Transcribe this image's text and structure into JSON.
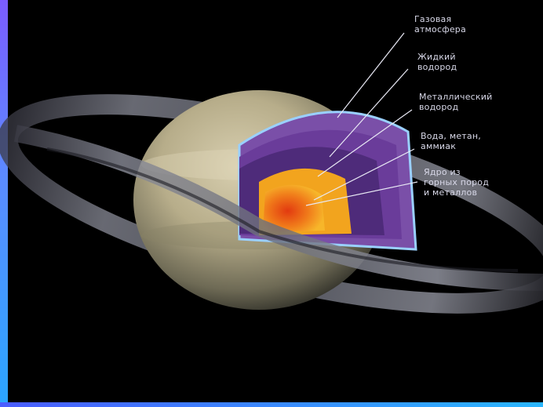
{
  "layers": [
    {
      "id": "gas-atmosphere",
      "label": "Газовая\nатмосфера"
    },
    {
      "id": "liquid-hydrogen",
      "label": "Жидкий\nводород"
    },
    {
      "id": "metallic-hydrogen",
      "label": "Металлический\nводород"
    },
    {
      "id": "water-methane-ammonia",
      "label": "Вода, метан,\nаммиак"
    },
    {
      "id": "core",
      "label": "Ядро из\nгорных пород\nи металлов"
    }
  ],
  "colors": {
    "background": "#000000",
    "atmosphere_rim": "#8fc4ff",
    "liquid_hydrogen": "#6a3c9a",
    "metallic_hydrogen": "#4a2a74",
    "core_outer": "#f0a020",
    "core_inner": "#e0501a"
  }
}
